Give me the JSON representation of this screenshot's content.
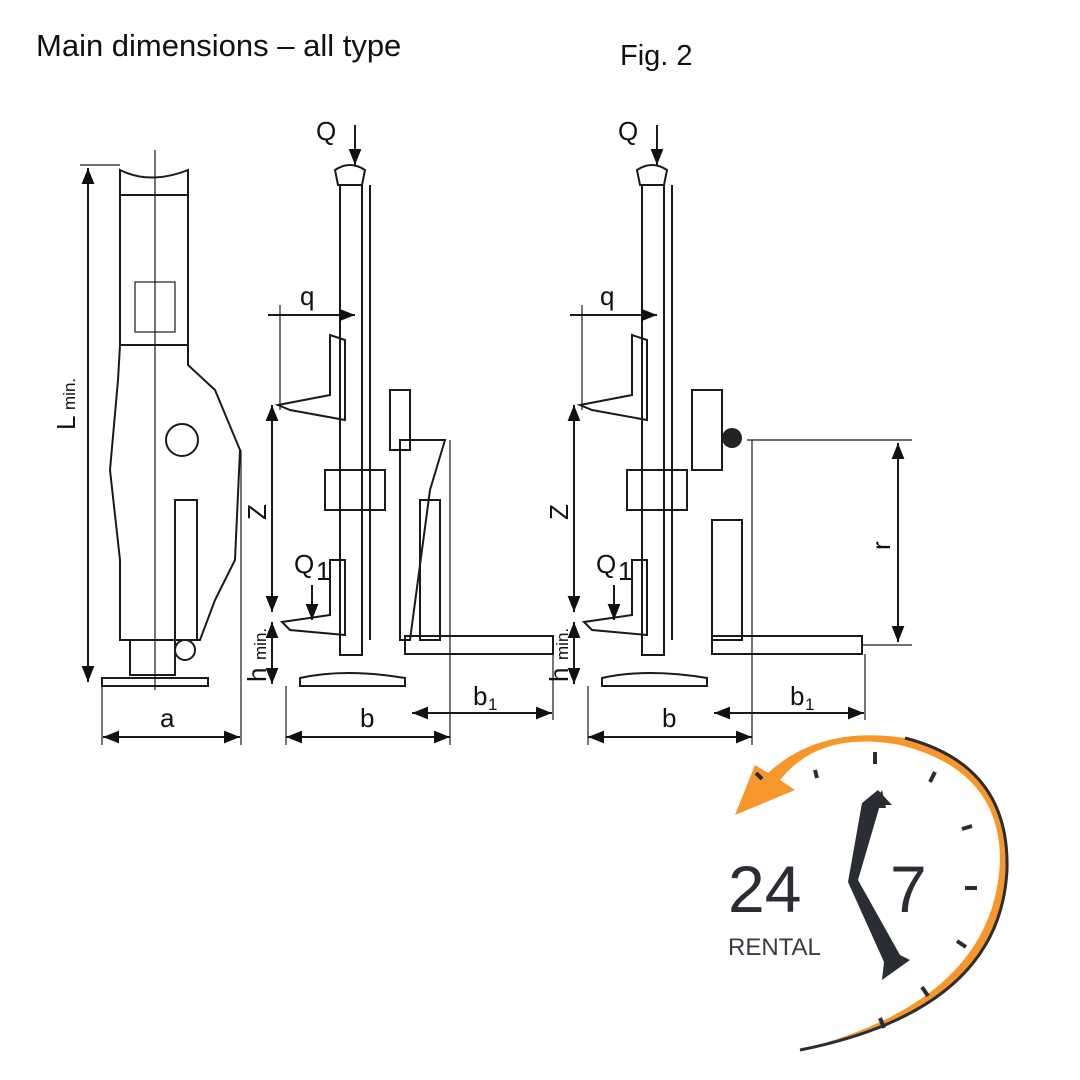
{
  "header": {
    "title": "Main dimensions – all type",
    "figure": "Fig. 2"
  },
  "labels": {
    "L": "L",
    "L_sub": "min.",
    "a": "a",
    "Q": "Q",
    "q": "q",
    "Z": "Z",
    "Q1": "Q",
    "Q1_sub": "1",
    "h": "h",
    "h_sub": "min.",
    "b": "b",
    "b1": "b",
    "b1_sub": "1",
    "r": "r"
  },
  "logo": {
    "hours": "24",
    "days": "7",
    "text": "RENTAL",
    "orange": "#F7962B",
    "dark": "#2B2D35"
  }
}
